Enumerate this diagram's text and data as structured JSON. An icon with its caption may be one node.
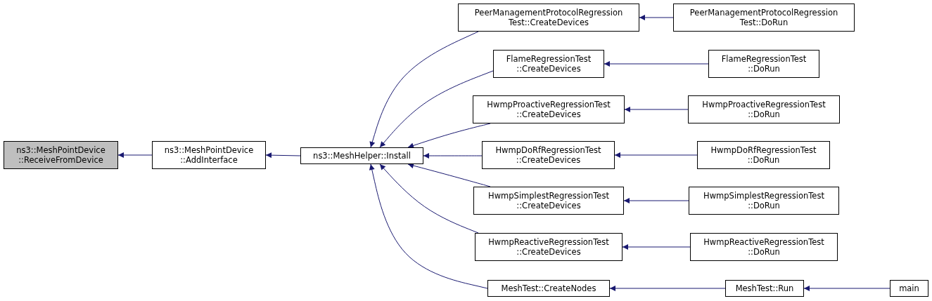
{
  "diagram": {
    "nodes": [
      {
        "text": [
          "ns3::MeshPointDevice ::ReceiveFromDevice"
        ]
      },
      {
        "text": [
          "ns3::MeshPointDevice ::AddInterface"
        ]
      },
      {
        "text": [
          "ns3::MeshHelper::Install"
        ]
      },
      {
        "text": [
          "PeerManagementProtocolRegression Test::CreateDevices"
        ]
      },
      {
        "text": [
          "PeerManagementProtocolRegression Test::DoRun"
        ]
      },
      {
        "text": [
          "FlameRegressionTest ::CreateDevices"
        ]
      },
      {
        "text": [
          "FlameRegressionTest ::DoRun"
        ]
      },
      {
        "text": [
          "HwmpProactiveRegressionTest ::CreateDevices"
        ]
      },
      {
        "text": [
          "HwmpProactiveRegressionTest ::DoRun"
        ]
      },
      {
        "text": [
          "HwmpDoRfRegressionTest ::CreateDevices"
        ]
      },
      {
        "text": [
          "HwmpDoRfRegressionTest ::DoRun"
        ]
      },
      {
        "text": [
          "HwmpSimplestRegressionTest ::CreateDevices"
        ]
      },
      {
        "text": [
          "HwmpSimplestRegressionTest ::DoRun"
        ]
      },
      {
        "text": [
          "HwmpReactiveRegressionTest ::CreateDevices"
        ]
      },
      {
        "text": [
          "HwmpReactiveRegressionTest ::DoRun"
        ]
      },
      {
        "text": [
          "MeshTest::CreateNodes"
        ]
      },
      {
        "text": [
          "MeshTest::Run"
        ]
      },
      {
        "text": [
          "main"
        ]
      }
    ],
    "edges": [
      {
        "from": 1,
        "to": 0,
        "arrow": "to"
      },
      {
        "from": 2,
        "to": 1,
        "arrow": "to"
      },
      {
        "from": 3,
        "to": 2,
        "arrow": "to"
      },
      {
        "from": 5,
        "to": 2,
        "arrow": "to"
      },
      {
        "from": 7,
        "to": 2,
        "arrow": "to"
      },
      {
        "from": 9,
        "to": 2,
        "arrow": "to"
      },
      {
        "from": 11,
        "to": 2,
        "arrow": "to"
      },
      {
        "from": 13,
        "to": 2,
        "arrow": "to"
      },
      {
        "from": 15,
        "to": 2,
        "arrow": "to"
      },
      {
        "from": 4,
        "to": 3,
        "arrow": "to"
      },
      {
        "from": 6,
        "to": 5,
        "arrow": "to"
      },
      {
        "from": 8,
        "to": 7,
        "arrow": "to"
      },
      {
        "from": 10,
        "to": 9,
        "arrow": "to"
      },
      {
        "from": 12,
        "to": 11,
        "arrow": "to"
      },
      {
        "from": 14,
        "to": 13,
        "arrow": "to"
      },
      {
        "from": 16,
        "to": 15,
        "arrow": "to"
      },
      {
        "from": 17,
        "to": 16,
        "arrow": "to"
      }
    ]
  }
}
